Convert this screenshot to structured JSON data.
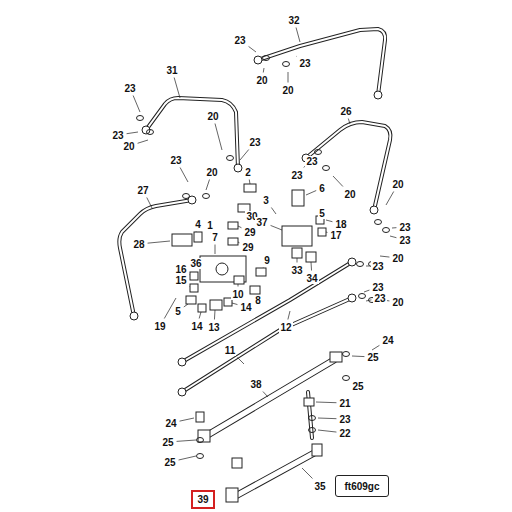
{
  "diagram": {
    "nodes": [
      {
        "text": [
          "ft609gc"
        ]
      },
      {
        "text": [
          "39"
        ]
      }
    ],
    "labels": [
      "32",
      "23",
      "23",
      "20",
      "20",
      "31",
      "23",
      "23",
      "20",
      "20",
      "23",
      "26",
      "23",
      "23",
      "20",
      "23",
      "20",
      "20",
      "2",
      "6",
      "3",
      "30",
      "27",
      "4",
      "1",
      "5",
      "18",
      "17",
      "37",
      "29",
      "29",
      "28",
      "7",
      "23",
      "23",
      "20",
      "9",
      "33",
      "34",
      "36",
      "16",
      "15",
      "23",
      "10",
      "8",
      "23",
      "23",
      "20",
      "5",
      "14",
      "19",
      "14",
      "13",
      "12",
      "11",
      "24",
      "25",
      "38",
      "25",
      "21",
      "24",
      "23",
      "25",
      "22",
      "25",
      "35"
    ]
  }
}
